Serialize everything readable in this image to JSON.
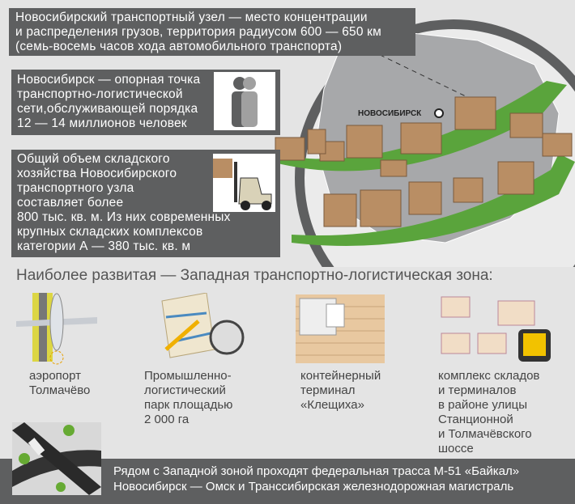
{
  "info_boxes": [
    {
      "lines": [
        "Новосибирский транспортный узел — место концентрации",
        "и  распределения грузов, территория радиусом 600 — 650 км",
        "(семь-восемь часов хода автомобильного транспорта)"
      ]
    },
    {
      "lines": [
        "Новосибирск — опорная точка",
        "транспортно-логистической",
        "сети,обслуживающей порядка",
        "12 — 14 миллионов человек"
      ],
      "icon": "people-icon"
    },
    {
      "lines": [
        "Общий объем складского",
        "хозяйства Новосибирского",
        "транспортного узла",
        "составляет более",
        "800 тыс. кв. м. Из них современных",
        "крупных складских комплексов",
        "категории  А — 380 тыс. кв. м"
      ],
      "icon": "forklift-icon"
    }
  ],
  "map": {
    "city_label": "НОВОСИБИРСК"
  },
  "section_heading": "Наиболее развитая — Западная транспортно-логистическая зона:",
  "zones": [
    {
      "icon": "airplane-icon",
      "lines": [
        "аэропорт",
        "Толмачёво"
      ]
    },
    {
      "icon": "map-compass-icon",
      "lines": [
        "Промышленно-",
        "логистический",
        "парк площадью",
        "2 000 га"
      ]
    },
    {
      "icon": "container-icon",
      "lines": [
        "контейнерный",
        "терминал",
        "«Клещиха»"
      ]
    },
    {
      "icon": "warehouse-boxes-icon",
      "lines": [
        "комплекс  складов",
        "и  терминалов",
        "в районе улицы",
        "Станционной",
        "и  Толмачёвского",
        "шоссе"
      ]
    }
  ],
  "footer": {
    "lines": [
      "Рядом с  Западной зоной проходят федеральная трасса М-51 «Байкал»",
      "Новосибирск — Омск и  Транссибирская железнодорожная магистраль"
    ],
    "icon": "highway-icon"
  }
}
